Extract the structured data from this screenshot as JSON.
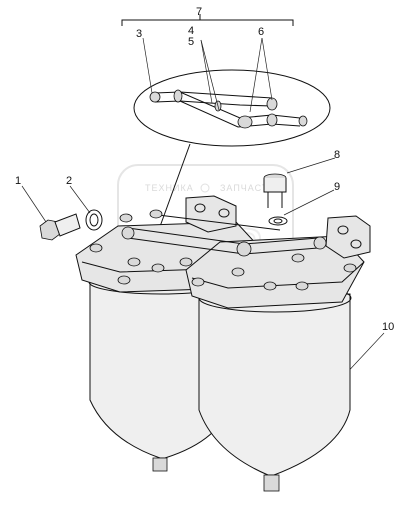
{
  "watermark": {
    "line1": "ТЕХНИКА",
    "line2": "ЗАПЧАСТИ"
  },
  "callouts": [
    {
      "id": "1",
      "text": "1"
    },
    {
      "id": "2",
      "text": "2"
    },
    {
      "id": "3",
      "text": "3"
    },
    {
      "id": "4",
      "text": "4"
    },
    {
      "id": "5",
      "text": "5"
    },
    {
      "id": "6",
      "text": "6"
    },
    {
      "id": "7",
      "text": "7"
    },
    {
      "id": "8",
      "text": "8"
    },
    {
      "id": "9",
      "text": "9"
    },
    {
      "id": "10",
      "text": "10"
    }
  ]
}
